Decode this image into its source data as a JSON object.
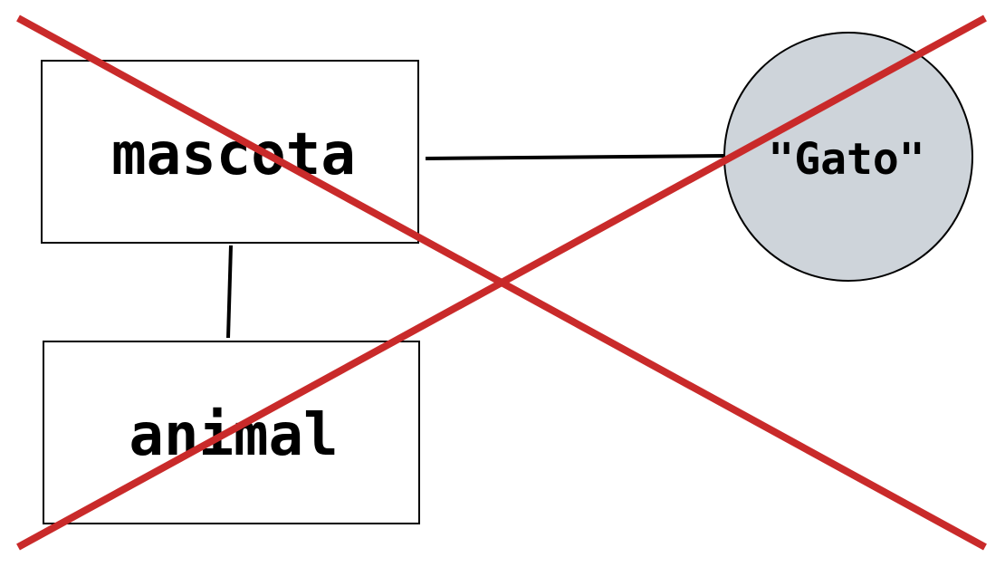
{
  "nodes": {
    "mascota": "mascota",
    "animal": "animal",
    "gato": "\"Gato\""
  },
  "colors": {
    "cross": "#c92a2a",
    "circle_fill": "#ced4da",
    "stroke": "#000000"
  }
}
